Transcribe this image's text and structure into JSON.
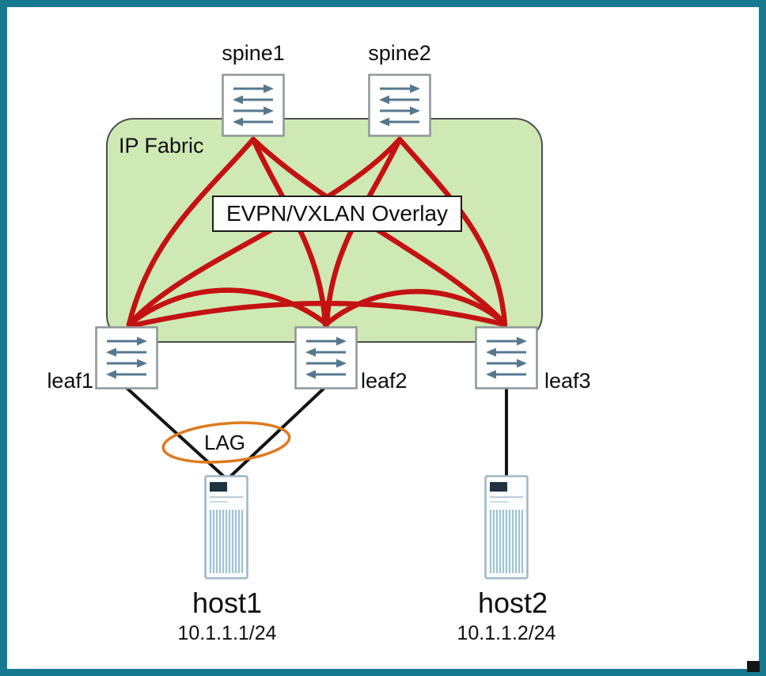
{
  "diagram": {
    "fabric": {
      "label": "IP Fabric"
    },
    "overlay": {
      "label": "EVPN/VXLAN Overlay"
    },
    "lag": {
      "label": "LAG"
    },
    "spines": [
      {
        "id": "spine1",
        "label": "spine1"
      },
      {
        "id": "spine2",
        "label": "spine2"
      }
    ],
    "leaves": [
      {
        "id": "leaf1",
        "label": "leaf1"
      },
      {
        "id": "leaf2",
        "label": "leaf2"
      },
      {
        "id": "leaf3",
        "label": "leaf3"
      }
    ],
    "hosts": [
      {
        "id": "host1",
        "label": "host1",
        "ip": "10.1.1.1/24"
      },
      {
        "id": "host2",
        "label": "host2",
        "ip": "10.1.1.2/24"
      }
    ],
    "links": {
      "fabric_red": [
        "spine1-leaf1",
        "spine1-leaf2",
        "spine1-leaf3",
        "spine2-leaf1",
        "spine2-leaf2",
        "spine2-leaf3",
        "leaf1-leaf2",
        "leaf2-leaf3",
        "leaf1-leaf3"
      ],
      "access_black": [
        {
          "from": "leaf1",
          "to": "host1",
          "member_of": "LAG"
        },
        {
          "from": "leaf2",
          "to": "host1",
          "member_of": "LAG"
        },
        {
          "from": "leaf3",
          "to": "host2"
        }
      ]
    },
    "colors": {
      "frame_teal": "#17798f",
      "fabric_green": "#cfe9b5",
      "link_red": "#c41212",
      "lag_orange": "#dd7a1f",
      "access_black": "#141414"
    }
  }
}
